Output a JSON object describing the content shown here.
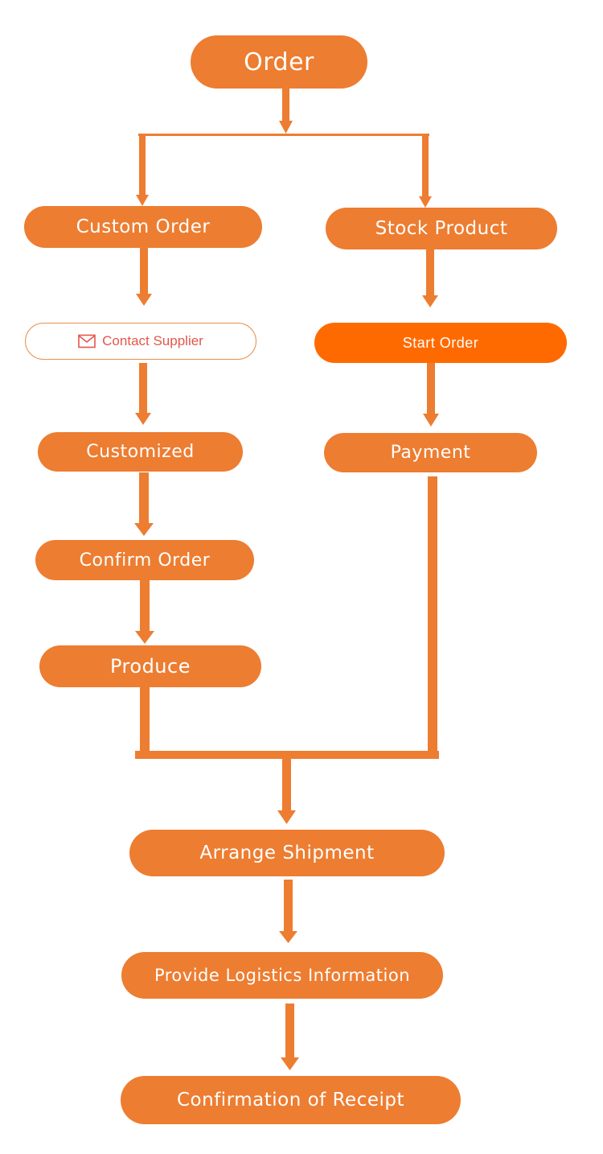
{
  "colors": {
    "node_fill": "#ED7D31",
    "connector": "#ED7D31",
    "start_order_fill": "#FF6A00",
    "contact_border": "#E8904E",
    "contact_text": "#E5564A",
    "node_text": "#FFFFFF"
  },
  "nodes": {
    "order": "Order",
    "custom_order": "Custom Order",
    "stock_product": "Stock Product",
    "contact_supplier": {
      "label": "Contact Supplier",
      "icon": "mail-icon"
    },
    "start_order": "Start Order",
    "customized": "Customized",
    "payment": "Payment",
    "confirm_order": "Confirm Order",
    "produce": "Produce",
    "arrange_shipment": "Arrange Shipment",
    "provide_logistics": "Provide Logistics Information",
    "confirmation_receipt": "Confirmation of Receipt"
  }
}
